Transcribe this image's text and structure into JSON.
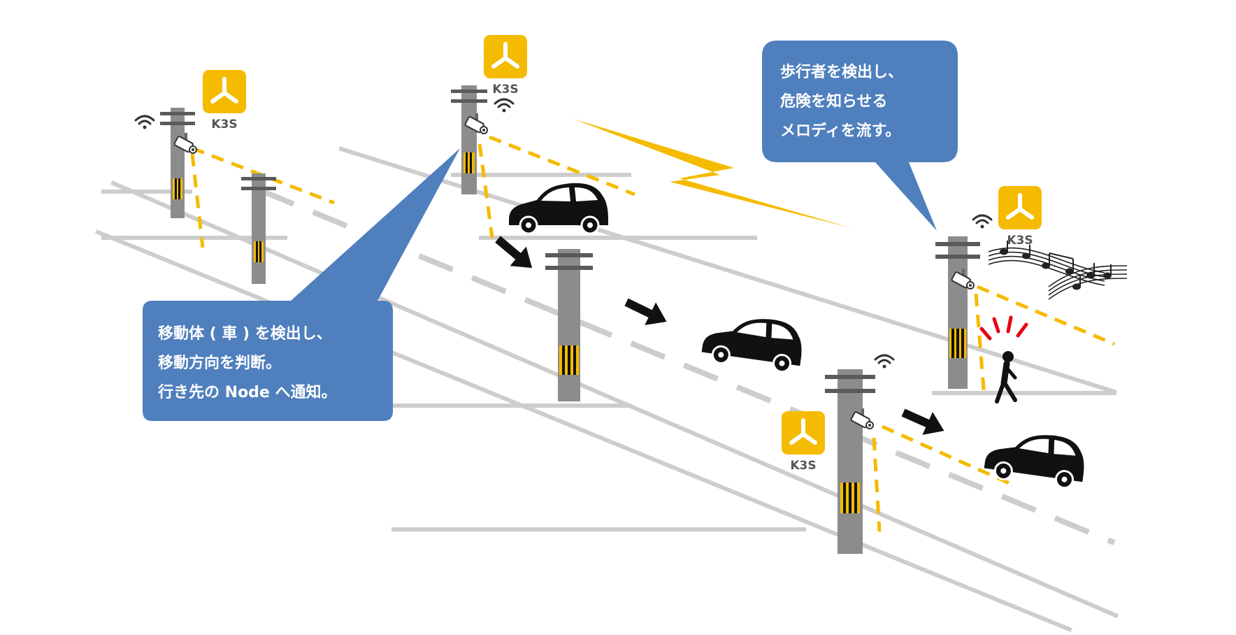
{
  "colors": {
    "road": "#cdcdcd",
    "pole": "#8c8c8c",
    "pole_dark": "#5a5a5a",
    "detection": "#f5bb00",
    "badge": "#f5bb00",
    "bubble": "#4f7fbd",
    "car": "#111111",
    "alert": "#e60012"
  },
  "badges": [
    {
      "label": "K3S",
      "icon": "k3s-logo-icon"
    },
    {
      "label": "K3S",
      "icon": "k3s-logo-icon"
    },
    {
      "label": "K3S",
      "icon": "k3s-logo-icon"
    },
    {
      "label": "K3S",
      "icon": "k3s-logo-icon"
    }
  ],
  "bubbles": {
    "vehicle": {
      "lines": [
        "移動体 ( 車 ) を検出し、",
        "移動方向を判断。",
        "行き先の Node へ通知。"
      ]
    },
    "pedestrian": {
      "lines": [
        "歩行者を検出し、",
        "危険を知らせる",
        "メロディを流す。"
      ]
    }
  },
  "icons": [
    "wifi-icon",
    "camera-icon",
    "car-icon",
    "pedestrian-icon",
    "music-notes-icon",
    "arrow-icon",
    "lightning-icon",
    "alert-icon"
  ]
}
